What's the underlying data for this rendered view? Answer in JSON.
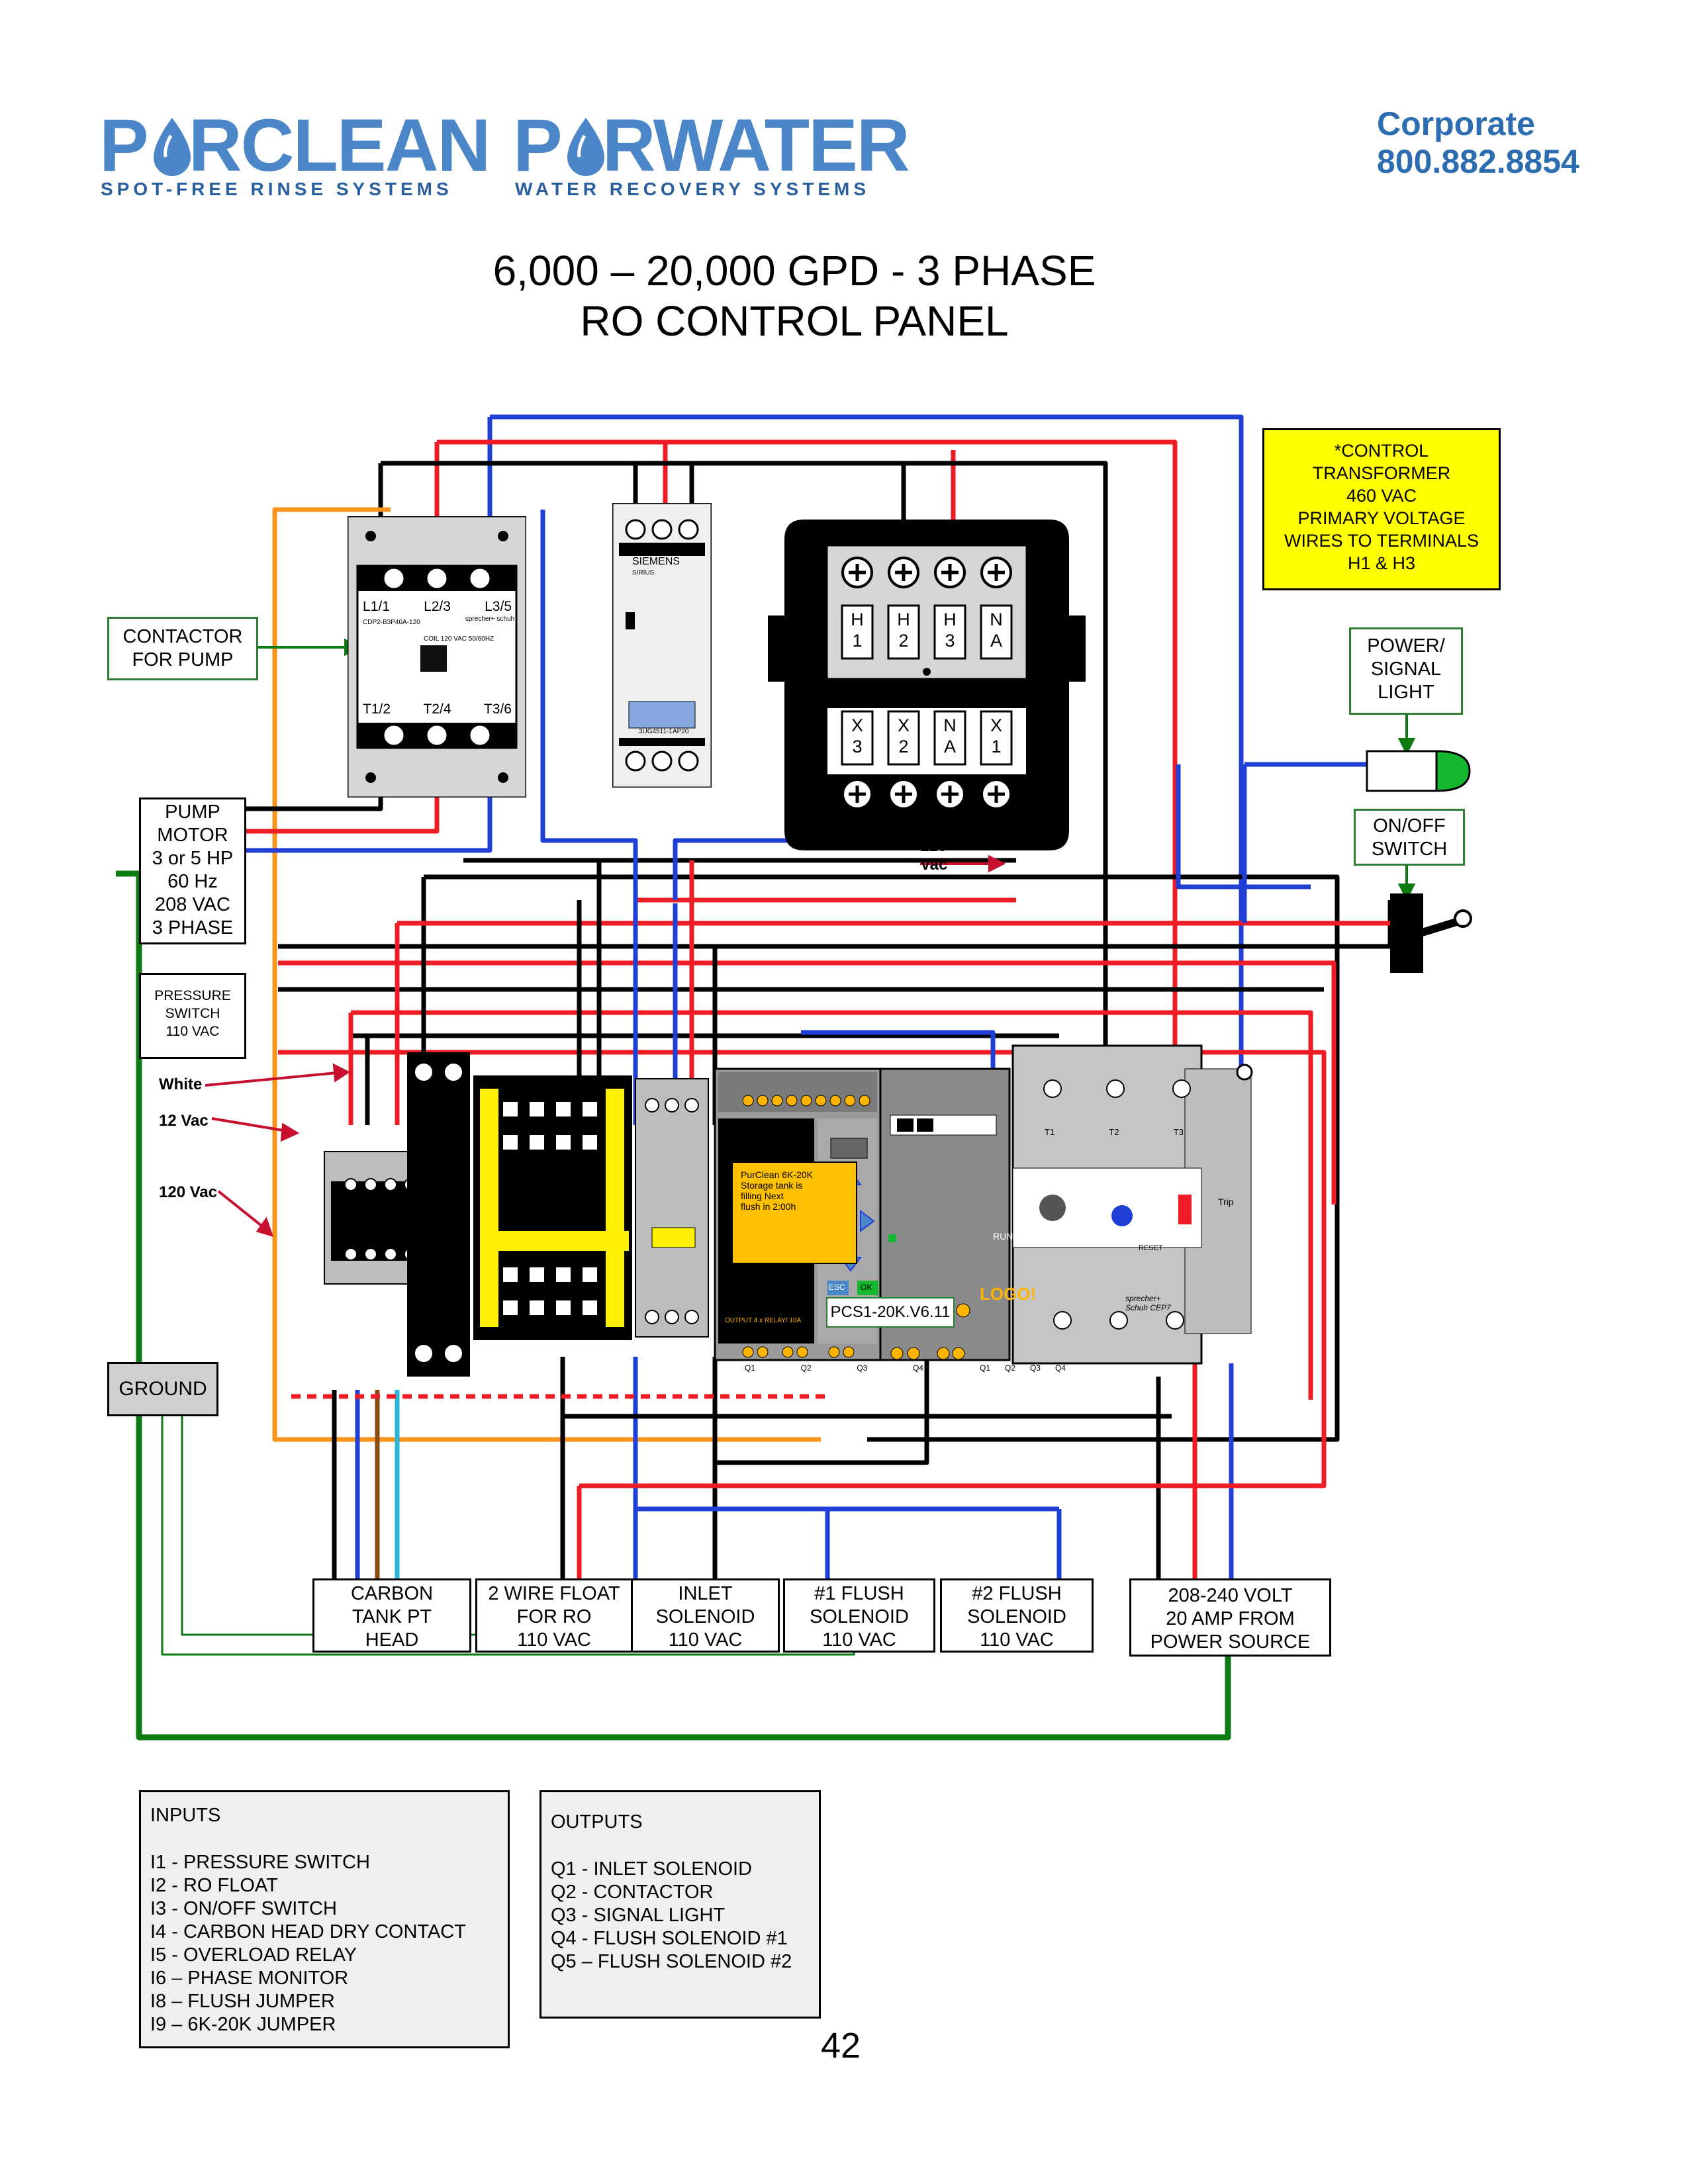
{
  "header": {
    "brand1": {
      "pre": "P",
      "post": "RCLEAN",
      "tagline": "SPOT-FREE RINSE SYSTEMS"
    },
    "brand2": {
      "pre": "P",
      "post": "RWATER",
      "tagline": "WATER RECOVERY SYSTEMS"
    },
    "corporate_label": "Corporate",
    "corporate_phone": "800.882.8854"
  },
  "title": {
    "line1": "6,000 – 20,000 GPD - 3 PHASE",
    "line2": "RO CONTROL PANEL"
  },
  "callouts": {
    "contactor": [
      "CONTACTOR",
      "FOR PUMP"
    ],
    "pump_motor": [
      "PUMP",
      "MOTOR",
      "3 or 5 HP",
      "60 Hz",
      "208 VAC",
      "3 PHASE"
    ],
    "pressure_switch": [
      "PRESSURE",
      "SWITCH",
      "110 VAC"
    ],
    "ground": "GROUND",
    "transformer_note": [
      "*CONTROL",
      "TRANSFORMER",
      "460 VAC",
      "PRIMARY VOLTAGE",
      "WIRES TO TERMINALS",
      "H1 & H3"
    ],
    "power_light": [
      "POWER/",
      "SIGNAL",
      "LIGHT"
    ],
    "onoff_switch": [
      "ON/OFF",
      "SWITCH"
    ],
    "white": "White",
    "v12": "12 Vac",
    "v120": "120 Vac",
    "vac120_label": [
      "120",
      "Vac"
    ]
  },
  "bottom_boxes": {
    "carbon": [
      "CARBON",
      "TANK PT",
      "HEAD"
    ],
    "float": [
      "2 WIRE FLOAT",
      "FOR RO",
      "110 VAC"
    ],
    "inlet": [
      "INLET",
      "SOLENOID",
      "110 VAC"
    ],
    "flush1": [
      "#1 FLUSH",
      "SOLENOID",
      "110 VAC"
    ],
    "flush2": [
      "#2 FLUSH",
      "SOLENOID",
      "110 VAC"
    ],
    "power": [
      "208-240 VOLT",
      "20 AMP FROM",
      "POWER SOURCE"
    ]
  },
  "contactor_unit": {
    "top_terms": [
      "L1/1",
      "L2/3",
      "L3/5"
    ],
    "bottom_terms": [
      "T1/2",
      "T2/4",
      "T3/6"
    ],
    "model": "CDP2-B3P40A-120",
    "brand": "sprecher+ schuh",
    "coil": "COIL 120 VAC 50/60HZ"
  },
  "relay_unit": {
    "brand": "SIEMENS",
    "series": "SIRIUS",
    "model": "3UG4511-1AP20"
  },
  "transformer": {
    "primary": [
      [
        "H",
        "1"
      ],
      [
        "H",
        "2"
      ],
      [
        "H",
        "3"
      ],
      [
        "N",
        "A"
      ]
    ],
    "secondary": [
      [
        "X",
        "3"
      ],
      [
        "X",
        "2"
      ],
      [
        "N",
        "A"
      ],
      [
        "X",
        "1"
      ]
    ]
  },
  "plc": {
    "screen_lines": [
      "PurClean 6K-20K",
      "Storage tank is",
      "filling Next",
      "flush in 2:00h"
    ],
    "esc": "ESC",
    "ok": "OK",
    "model_label": "PCS1-20K.V6.11",
    "runstop": "RUN/STOP",
    "logo": "LOGO!",
    "output_label": "OUTPUT 4 x RELAY/ 10A",
    "outputs": [
      "Q1",
      "Q2",
      "Q3",
      "Q4"
    ],
    "ext_outputs": [
      "Q1",
      "Q2",
      "Q3",
      "Q4"
    ]
  },
  "overload": {
    "terms_top": [
      "T1",
      "T2",
      "T3"
    ],
    "brand": "sprecher+ Schuh CEP7",
    "reset": "RESET",
    "trip": "Trip"
  },
  "inputs": {
    "title": "INPUTS",
    "items": [
      "I1 - PRESSURE SWITCH",
      "I2 - RO FLOAT",
      "I3 - ON/OFF SWITCH",
      "I4 - CARBON HEAD DRY CONTACT",
      "I5 - OVERLOAD RELAY",
      "I6 – PHASE MONITOR",
      "I8 – FLUSH JUMPER",
      "I9 – 6K-20K JUMPER"
    ]
  },
  "outputs": {
    "title": "OUTPUTS",
    "items": [
      "Q1 - INLET SOLENOID",
      "Q2 - CONTACTOR",
      "Q3 - SIGNAL LIGHT",
      "Q4 - FLUSH SOLENOID #1",
      "Q5 – FLUSH SOLENOID #2"
    ]
  },
  "page_number": "42",
  "colors": {
    "brand_blue": "#4a86c8",
    "wire_red": "#ee1c24",
    "wire_blue": "#1f3fd6",
    "wire_orange": "#f7941d",
    "wire_green": "#0d7a12",
    "note_yellow": "#ffff00",
    "light_green": "#14b830"
  }
}
